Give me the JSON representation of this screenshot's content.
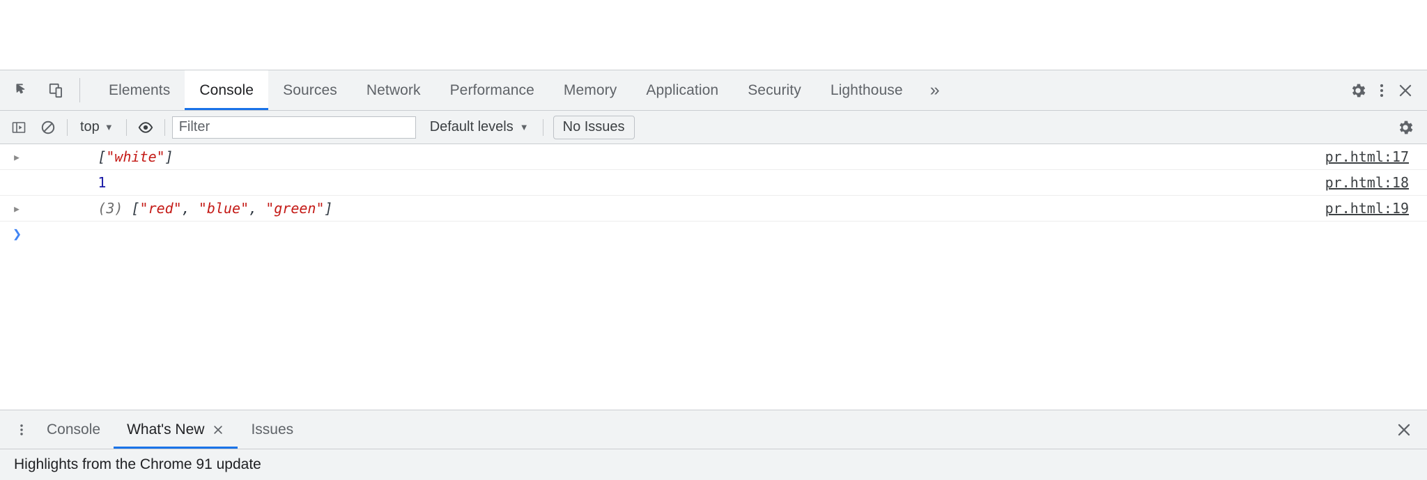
{
  "main_tabs": [
    {
      "label": "Elements",
      "active": false
    },
    {
      "label": "Console",
      "active": true
    },
    {
      "label": "Sources",
      "active": false
    },
    {
      "label": "Network",
      "active": false
    },
    {
      "label": "Performance",
      "active": false
    },
    {
      "label": "Memory",
      "active": false
    },
    {
      "label": "Application",
      "active": false
    },
    {
      "label": "Security",
      "active": false
    },
    {
      "label": "Lighthouse",
      "active": false
    }
  ],
  "main_tabbar": {
    "more_tabs": "»",
    "inspect_icon": "inspect-element-icon",
    "device_icon": "device-toolbar-icon",
    "settings_icon": "gear-icon",
    "menu_icon": "kebab-menu-icon",
    "close_icon": "close-icon"
  },
  "console_toolbar": {
    "sidebar_icon": "console-sidebar-icon",
    "clear_icon": "clear-console-icon",
    "context": "top",
    "context_caret": "▼",
    "eye_icon": "live-expression-eye-icon",
    "filter_placeholder": "Filter",
    "filter_value": "",
    "levels": "Default levels",
    "levels_caret": "▼",
    "issues": "No Issues",
    "settings_icon": "gear-icon"
  },
  "messages": [
    {
      "expandable": true,
      "disclosure": "▸",
      "parts": [
        {
          "text": "[",
          "kind": "punct"
        },
        {
          "text": "\"white\"",
          "kind": "string"
        },
        {
          "text": "]",
          "kind": "punct"
        }
      ],
      "source": "pr.html:17"
    },
    {
      "expandable": false,
      "disclosure": "▸",
      "parts": [
        {
          "text": "1",
          "kind": "number"
        }
      ],
      "source": "pr.html:18"
    },
    {
      "expandable": true,
      "disclosure": "▸",
      "parts": [
        {
          "text": "(3) ",
          "kind": "count"
        },
        {
          "text": "[",
          "kind": "punct"
        },
        {
          "text": "\"red\"",
          "kind": "string"
        },
        {
          "text": ", ",
          "kind": "punct"
        },
        {
          "text": "\"blue\"",
          "kind": "string"
        },
        {
          "text": ", ",
          "kind": "punct"
        },
        {
          "text": "\"green\"",
          "kind": "string"
        },
        {
          "text": "]",
          "kind": "punct"
        }
      ],
      "source": "pr.html:19"
    }
  ],
  "prompt": {
    "chevron": "❯",
    "value": ""
  },
  "drawer": {
    "menu_icon": "kebab-menu-icon",
    "tabs": [
      {
        "label": "Console",
        "active": false,
        "closable": false
      },
      {
        "label": "What's New",
        "active": true,
        "closable": true
      },
      {
        "label": "Issues",
        "active": false,
        "closable": false
      }
    ],
    "close_label": "✕",
    "content_title": "Highlights from the Chrome 91 update"
  },
  "colors": {
    "accent": "#1a73e8",
    "toolbar_bg": "#f1f3f4",
    "string": "#c41a16",
    "number": "#1a1aa6",
    "prompt": "#4285f4"
  }
}
